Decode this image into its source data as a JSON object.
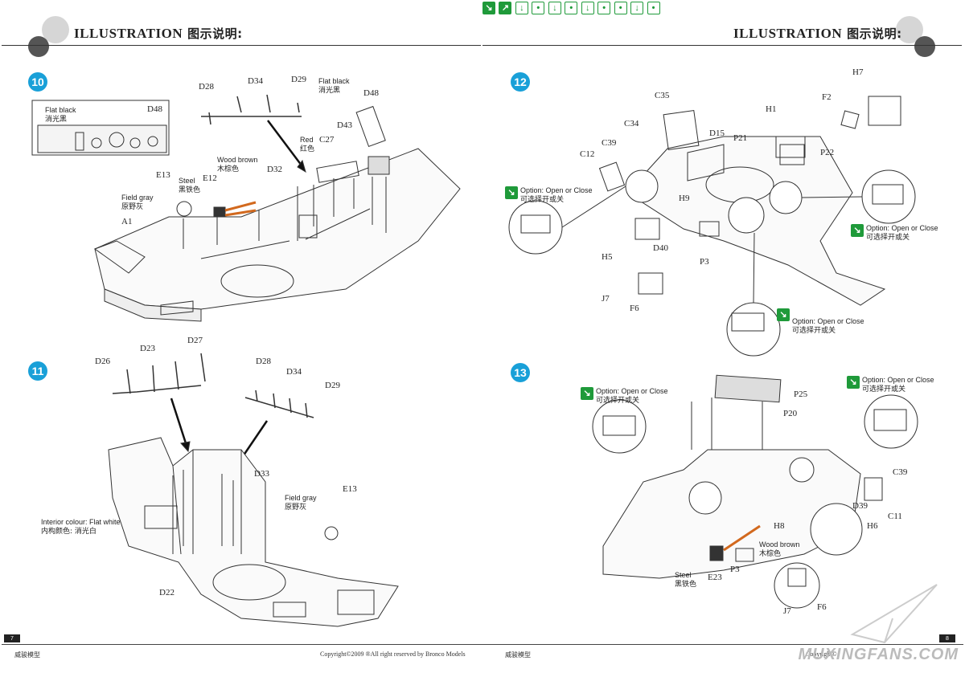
{
  "header": {
    "title_en": "ILLUSTRATION",
    "title_zh": "图示说明:"
  },
  "colors": {
    "step_badge": "#19a0d8",
    "option_icon": "#1f9a3a",
    "line": "#333333"
  },
  "step10": {
    "number": "10",
    "inset": {
      "color_en": "Flat black",
      "color_zh": "消光黑",
      "part": "D48"
    },
    "parts": {
      "d28": "D28",
      "d34": "D34",
      "d29": "D29",
      "d48": "D48",
      "d43": "D43",
      "c27": "C27",
      "d32": "D32",
      "e13": "E13",
      "e12": "E12",
      "a1": "A1"
    },
    "notes": {
      "flat_black_en": "Flat black",
      "flat_black_zh": "消光黑",
      "red_en": "Red",
      "red_zh": "红色",
      "wood_en": "Wood brown",
      "wood_zh": "木棕色",
      "steel_en": "Steel",
      "steel_zh": "黑铁色",
      "field_en": "Field gray",
      "field_zh": "原野灰"
    }
  },
  "step11": {
    "number": "11",
    "parts": {
      "d26": "D26",
      "d23": "D23",
      "d27": "D27",
      "d28": "D28",
      "d34": "D34",
      "d29": "D29",
      "d33": "D33",
      "e13": "E13",
      "d22": "D22"
    },
    "notes": {
      "interior_en": "Interior colour: Flat white",
      "interior_zh": "内构颜色: 消光白",
      "field_en": "Field gray",
      "field_zh": "原野灰"
    }
  },
  "step12": {
    "number": "12",
    "parts": {
      "c35": "C35",
      "c34": "C34",
      "c39": "C39",
      "c12": "C12",
      "d15": "D15",
      "p21": "P21",
      "h1": "H1",
      "h7": "H7",
      "f2": "F2",
      "p22": "P22",
      "h9": "H9",
      "d40": "D40",
      "h5": "H5",
      "p3": "P3",
      "j7": "J7",
      "f6": "F6"
    },
    "options": {
      "left_en": "Option: Open or Close",
      "left_zh": "可选择开或关",
      "right_en": "Option: Open or Close",
      "right_zh": "可选择开或关",
      "bottom_en": "Option: Open or Close",
      "bottom_zh": "可选择开或关"
    }
  },
  "step13": {
    "number": "13",
    "parts": {
      "p25": "P25",
      "p20": "P20",
      "c39": "C39",
      "c11": "C11",
      "d39": "D39",
      "h6": "H6",
      "h8": "H8",
      "e23": "E23",
      "p3": "P3",
      "j7": "J7",
      "f6": "F6"
    },
    "options": {
      "left_en": "Option: Open or Close",
      "left_zh": "可选择开或关",
      "right_en": "Option: Open or Close",
      "right_zh": "可选择开或关"
    },
    "notes": {
      "wood_en": "Wood brown",
      "wood_zh": "木棕色",
      "steel_en": "Steel",
      "steel_zh": "黑铁色"
    }
  },
  "footer": {
    "left_page_num": "7",
    "right_page_num": "8",
    "brand_zh": "威骏模型",
    "copyright": "Copyright©2009  ®All right reserved by Bronco Models",
    "copyright_right": "Copyright©",
    "watermark": "MUXINGFANS.COM"
  }
}
